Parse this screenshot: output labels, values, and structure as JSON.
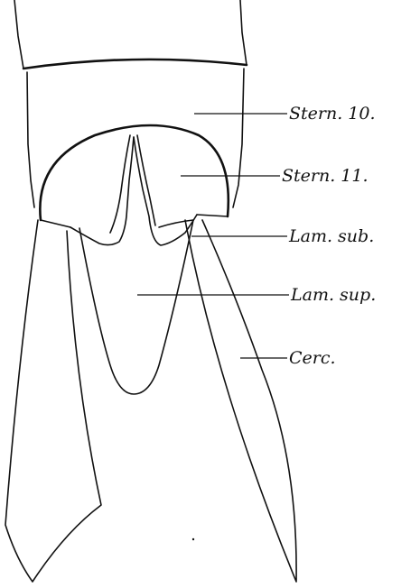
{
  "figure": {
    "labels": [
      {
        "id": "sternite-10",
        "text": "Stern. 10."
      },
      {
        "id": "sternite-11",
        "text": "Stern. 11."
      },
      {
        "id": "lamina-subgenitalis",
        "text": "Lam. sub."
      },
      {
        "id": "lamina-supraanalis",
        "text": "Lam. sup."
      },
      {
        "id": "cercus",
        "text": "Cerc."
      }
    ],
    "colors": {
      "ink": "#111111",
      "paper": "#ffffff"
    }
  }
}
